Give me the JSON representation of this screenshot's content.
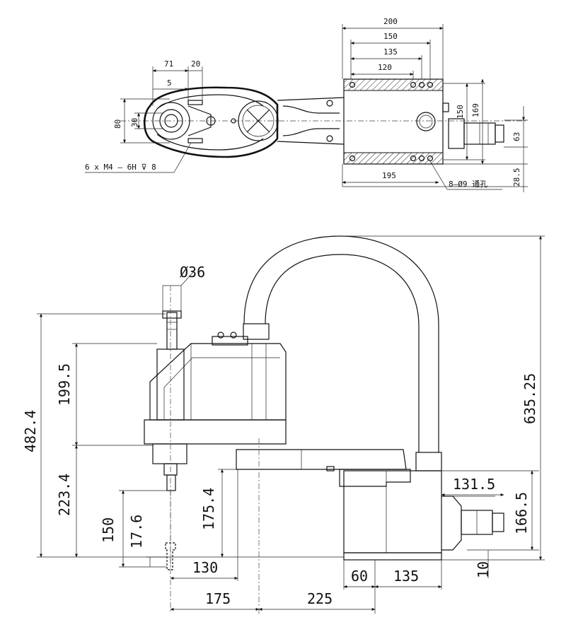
{
  "top_view": {
    "dims": {
      "d200": "200",
      "d150": "150",
      "d135": "135",
      "d120": "120",
      "d71": "71",
      "d20": "20",
      "d5": "5",
      "d80": "80",
      "d30": "30",
      "d150v": "150",
      "d169": "169",
      "d63": "63",
      "d195": "195",
      "d28_5": "28.5"
    },
    "notes": {
      "thread_note": "6 x  M4 — 6H ⊽ 8",
      "hole_note": "8—Ø9 通孔"
    }
  },
  "side_view": {
    "dims": {
      "dia36": "Ø36",
      "d482_4": "482.4",
      "d199_5": "199.5",
      "d223_4": "223.4",
      "d150": "150",
      "d17_6": "17.6",
      "d175_4": "175.4",
      "d130": "130",
      "d175": "175",
      "d225": "225",
      "d60": "60",
      "d135": "135",
      "d131_5": "131.5",
      "d166_5": "166.5",
      "d10": "10",
      "d635_25": "635.25"
    }
  }
}
